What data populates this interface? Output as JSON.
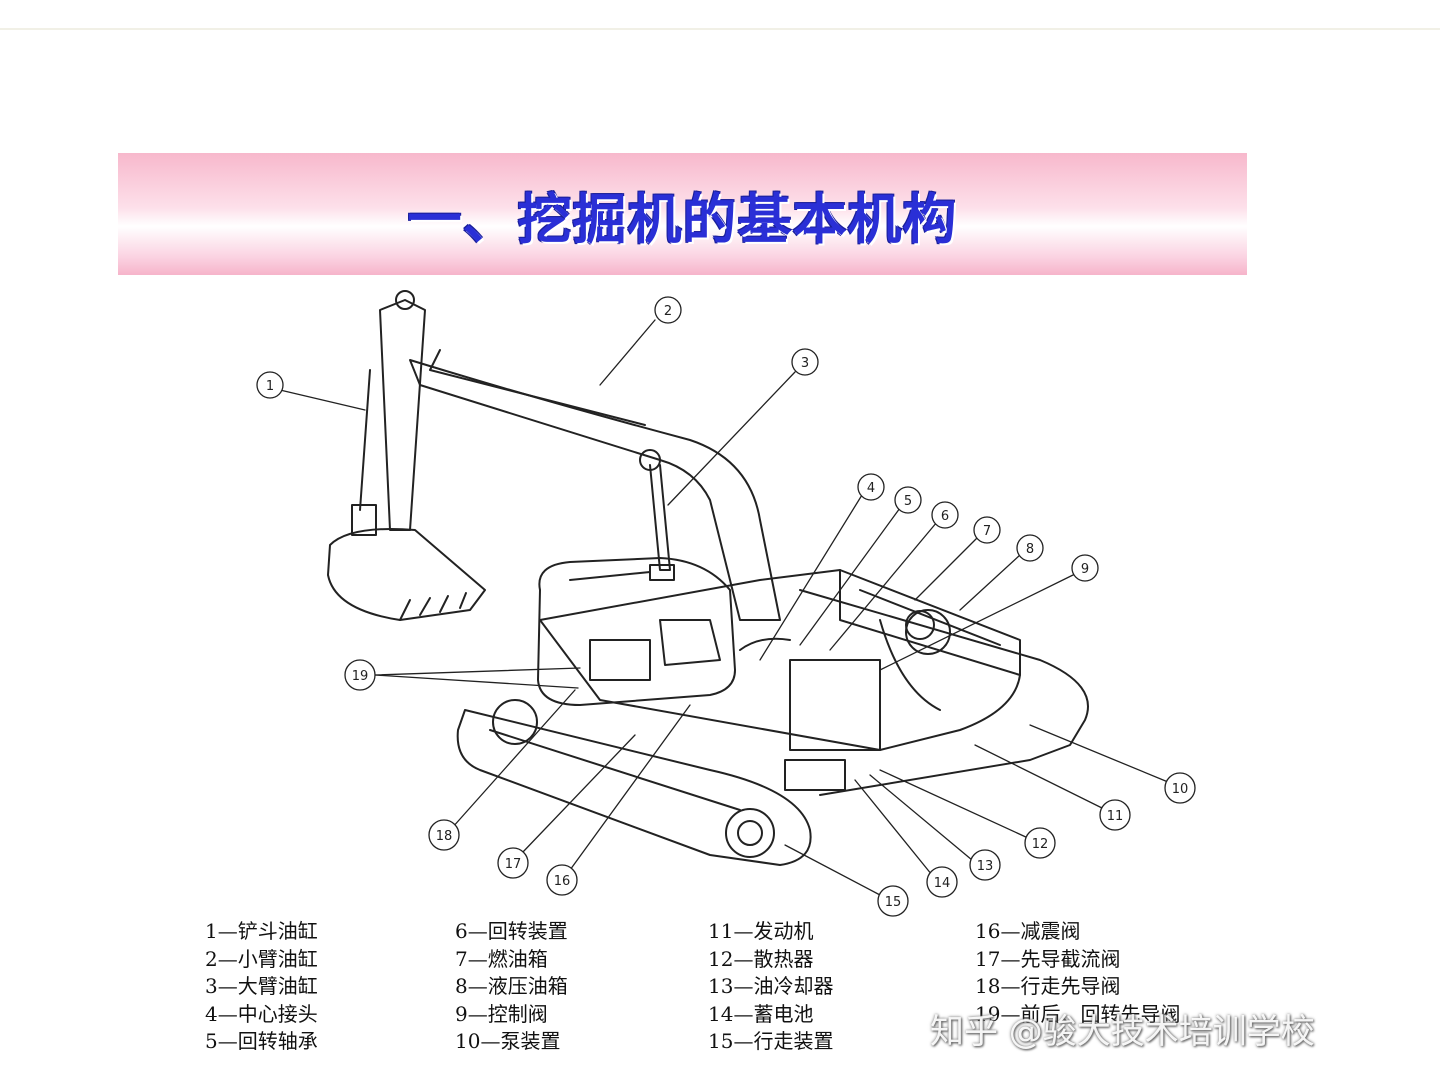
{
  "title": "一、挖掘机的基本机构",
  "callouts": [
    "1",
    "2",
    "3",
    "4",
    "5",
    "6",
    "7",
    "8",
    "9",
    "10",
    "11",
    "12",
    "13",
    "14",
    "15",
    "16",
    "17",
    "18",
    "19"
  ],
  "legend": {
    "col1": [
      "1—铲斗油缸",
      "2—小臂油缸",
      "3—大臂油缸",
      "4—中心接头",
      "5—回转轴承"
    ],
    "col2": [
      "6—回转装置",
      "7—燃油箱",
      "8—液压油箱",
      "9—控制阀",
      "10—泵装置"
    ],
    "col3": [
      "11—发动机",
      "12—散热器",
      "13—油冷却器",
      "14—蓄电池",
      "15—行走装置"
    ],
    "col4": [
      "16—减震阀",
      "17—先导截流阀",
      "18—行走先导阀",
      "19—前后、回转先导阀"
    ]
  },
  "watermark": "知乎 @骏大技术培训学校"
}
